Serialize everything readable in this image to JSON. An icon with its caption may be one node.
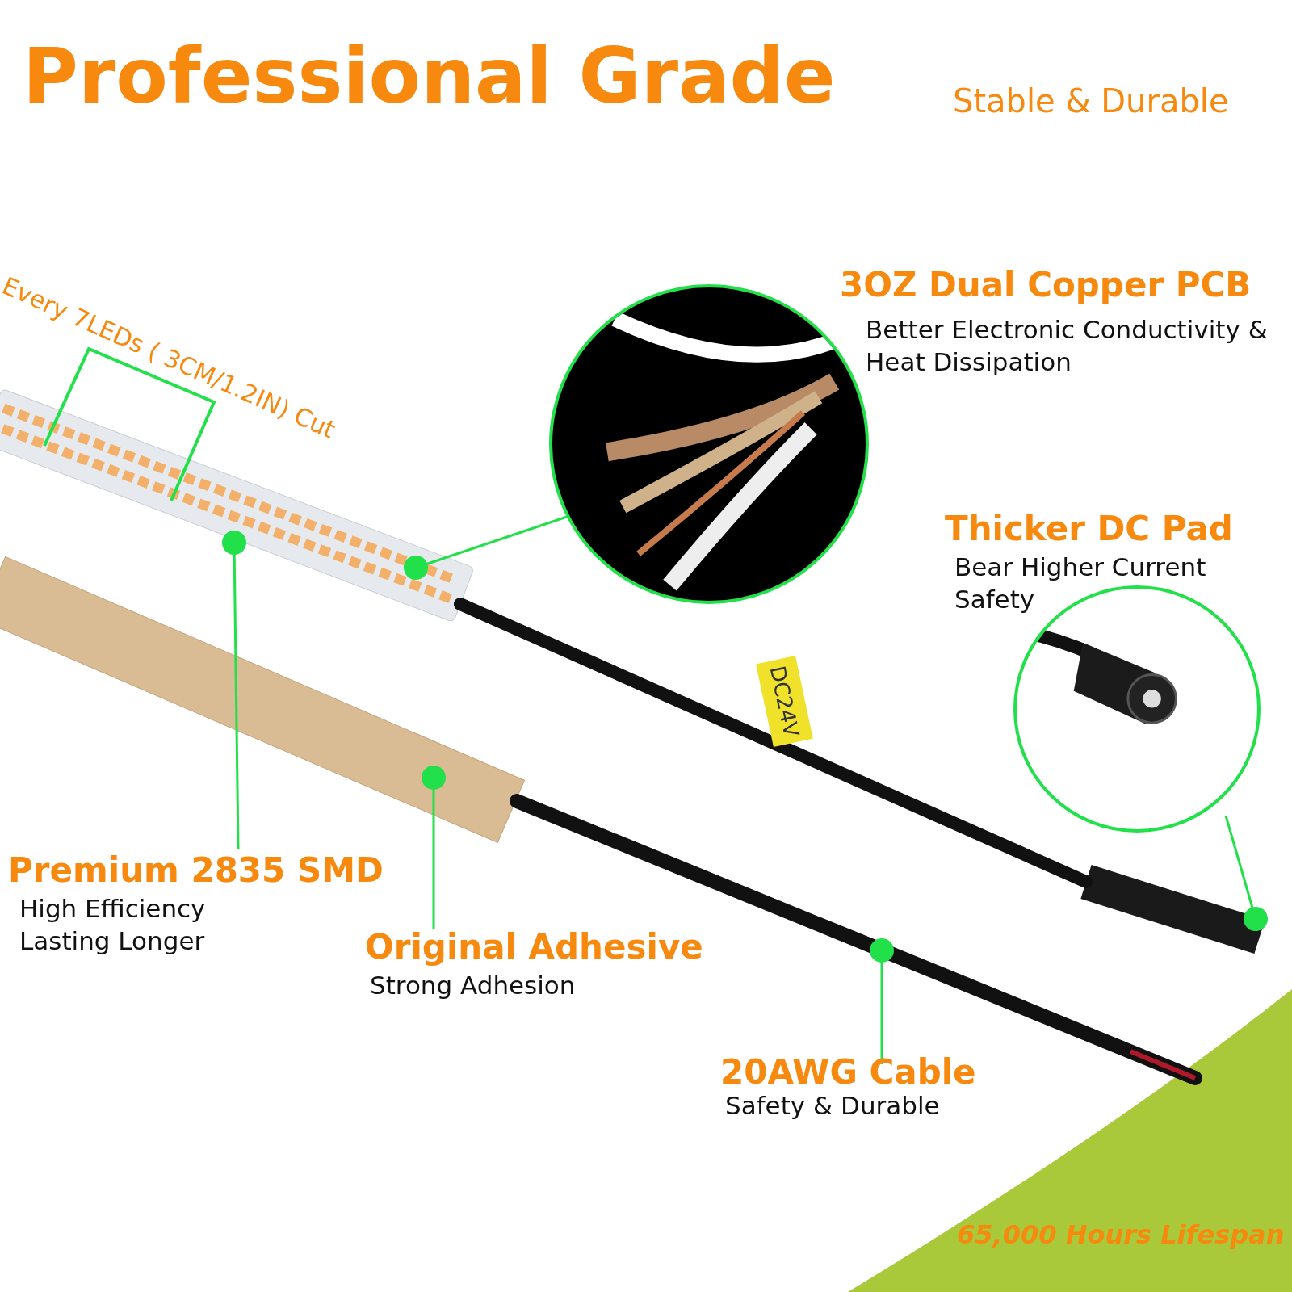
{
  "diagram": {
    "title": "Professional Grade",
    "nodes": [
      {
        "text": [],
        "shape": "picture"
      },
      {
        "text": [],
        "shape": "picture"
      },
      {
        "text": [],
        "shape": "picture"
      },
      {
        "text": [],
        "shape": "picture"
      },
      {
        "text": [
          "3OZ Dual Copper PCB",
          "Better Electronic Conductivity & Heat Dissipation"
        ]
      },
      {
        "text": [
          "Thicker DC Pad",
          "Bear Higher Current Safety"
        ]
      },
      {
        "text": [
          "Premium 2835 SMD",
          "High Efficiency Lasting Longer"
        ]
      },
      {
        "text": [
          "Original Adhesive",
          "Strong Adhesion"
        ]
      },
      {
        "text": [
          "20AWG Cable",
          "Safety & Durable"
        ]
      }
    ],
    "edges": [
      {
        "from": 4,
        "to": 0,
        "arrow": "other"
      },
      {
        "from": 5,
        "to": 2,
        "arrow": "other"
      },
      {
        "from": 6,
        "to": 0,
        "arrow": "other"
      },
      {
        "from": 7,
        "to": 1,
        "arrow": "other"
      },
      {
        "from": 8,
        "to": 3,
        "arrow": "other"
      }
    ],
    "labels": [
      "Stable & Durable",
      "Every 7LEDs ( 3CM/1.2IN) Cut",
      "DC24V",
      "65,000 Hours Lifespan"
    ]
  }
}
